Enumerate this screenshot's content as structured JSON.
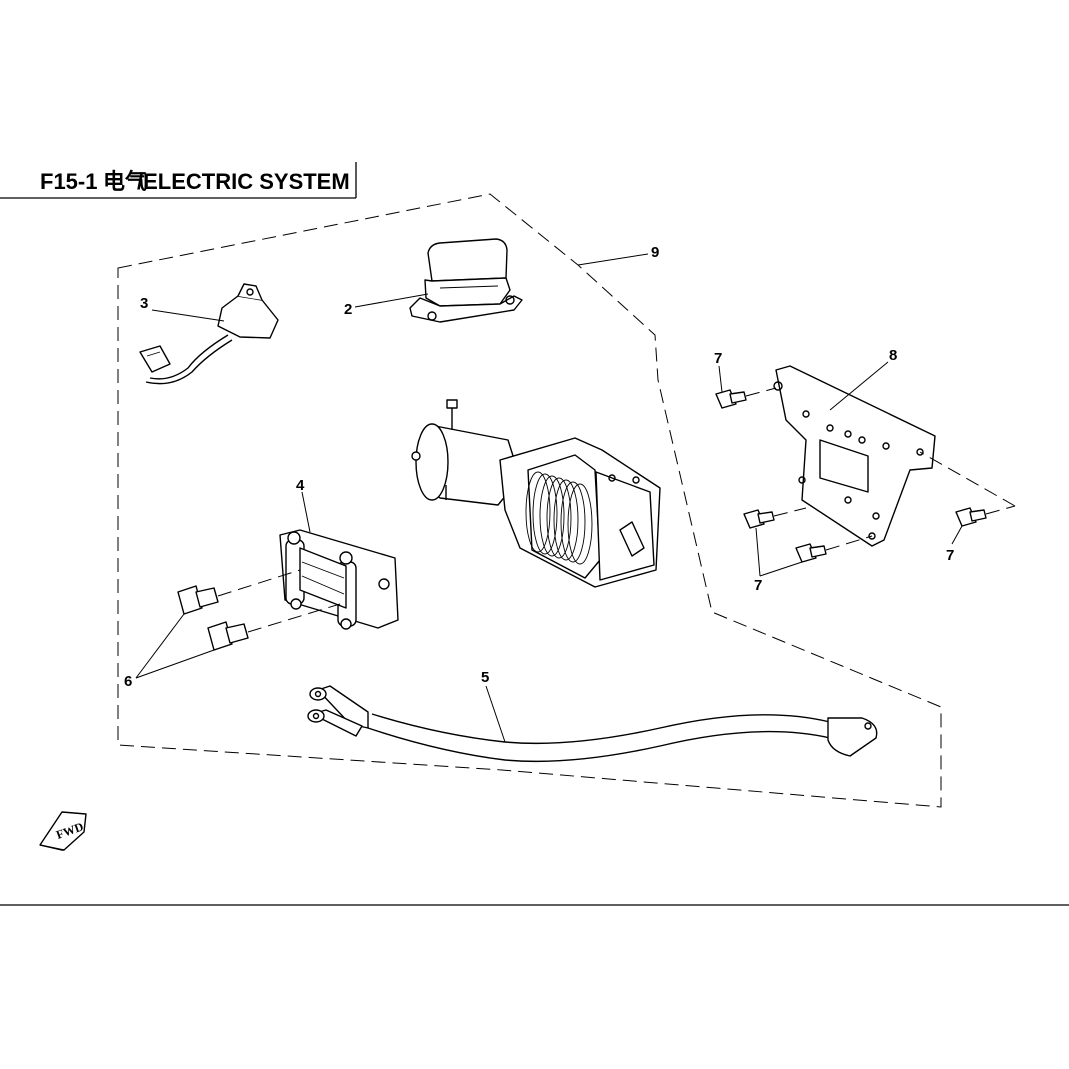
{
  "header": {
    "code": "F15-1",
    "title_cn": "电气",
    "title_en": "/ELECTRIC SYSTEM"
  },
  "fwd_label": "FWD",
  "callouts": {
    "c2": "2",
    "c3": "3",
    "c4": "4",
    "c5": "5",
    "c6": "6",
    "c7a": "7",
    "c7b": "7",
    "c7c": "7",
    "c8": "8",
    "c9": "9"
  }
}
